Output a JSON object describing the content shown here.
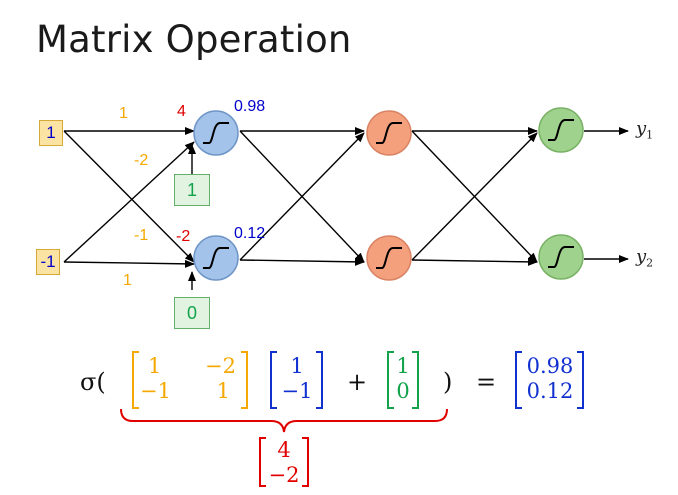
{
  "title": "Matrix Operation",
  "inputs": [
    "1",
    "-1"
  ],
  "biases": [
    "1",
    "0"
  ],
  "weights": {
    "w11": "1",
    "w12": "-2",
    "w21": "-1",
    "w22": "1"
  },
  "preactivations": [
    "4",
    "-2"
  ],
  "activations": [
    "0.98",
    "0.12"
  ],
  "outputs": [
    {
      "base": "y",
      "sub": "1"
    },
    {
      "base": "y",
      "sub": "2"
    }
  ],
  "equation": {
    "sigma": "σ(",
    "weight_matrix": [
      [
        "1",
        "−2"
      ],
      [
        "−1",
        "1"
      ]
    ],
    "input_vector": [
      "1",
      "−1"
    ],
    "plus": "+",
    "bias_vector": [
      "1",
      "0"
    ],
    "close": ")",
    "equals": "=",
    "result_vector": [
      "0.98",
      "0.12"
    ],
    "underbrace_result": [
      "4",
      "−2"
    ]
  },
  "colors": {
    "input": "#0000cc",
    "weight": "#f5a800",
    "bias": "#12a34a",
    "preact": "#e00000",
    "activation": "#0000cc",
    "layer1": "#a3c3ea",
    "layer2": "#f4a07d",
    "layer3": "#9fd28c"
  }
}
